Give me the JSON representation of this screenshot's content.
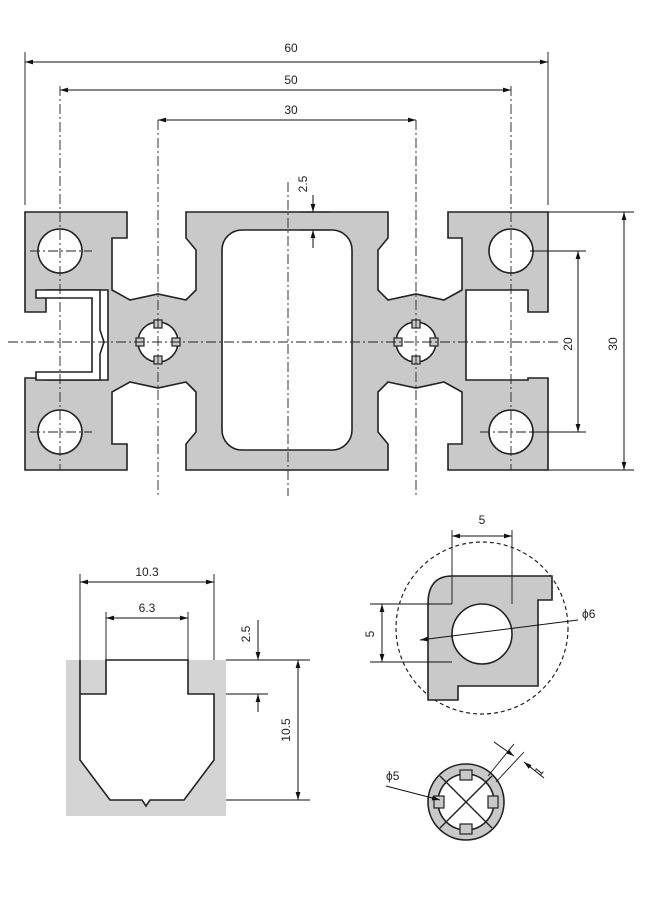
{
  "main_profile": {
    "dim_overall_width": "60",
    "dim_slot_centers": "50",
    "dim_inner_width": "30",
    "dim_wall": "2.5",
    "dim_height_centers": "20",
    "dim_overall_height": "30"
  },
  "slot_detail": {
    "dim_slot_width": "10.3",
    "dim_opening": "6.3",
    "dim_lip": "2.5",
    "dim_depth": "10.5"
  },
  "corner_detail": {
    "dim_square": "5",
    "dim_square_v": "5",
    "dim_hole_dia": "ϕ6"
  },
  "center_bore_detail": {
    "dim_bore_dia": "ϕ5",
    "dim_gap": "1"
  }
}
